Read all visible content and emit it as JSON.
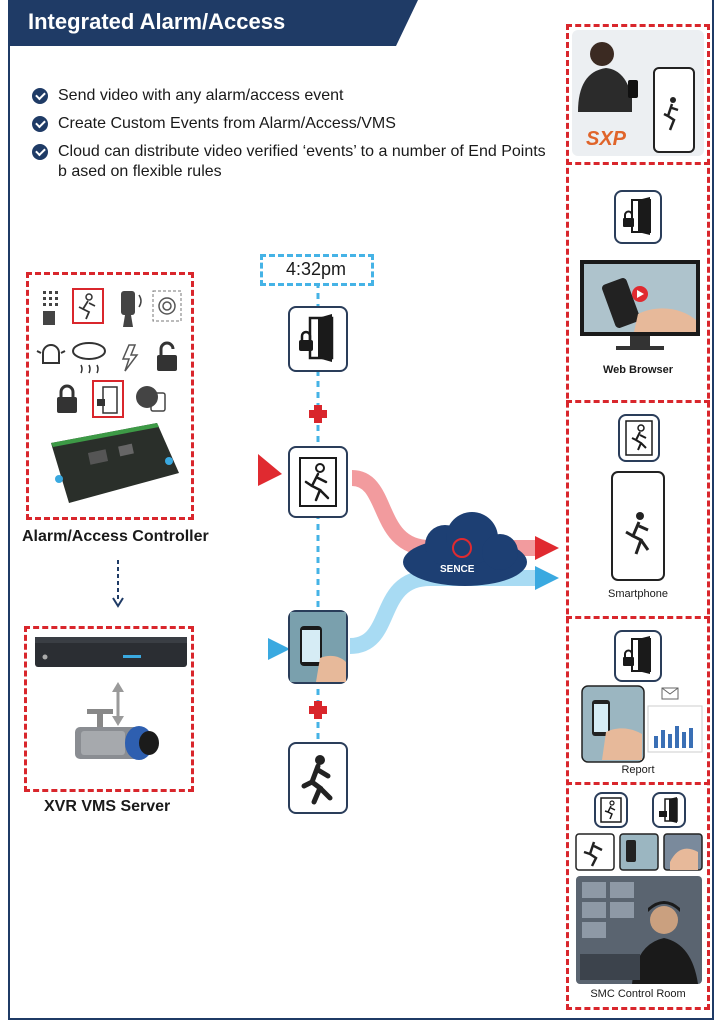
{
  "header": {
    "title": "Integrated Alarm/Access"
  },
  "bullets": [
    "Send video with any alarm/access event",
    "Create Custom Events from Alarm/Access/VMS",
    "Cloud can distribute video verified ‘events’ to a number of End Points b ased on flexible rules"
  ],
  "timeline": {
    "time": "4:32pm"
  },
  "alarm_controller": {
    "label": "Alarm/Access Controller"
  },
  "vms_server": {
    "label": "XVR VMS Server"
  },
  "cloud": {
    "label": "SENCE"
  },
  "endpoints": {
    "sxp_logo": "SXP",
    "web_browser": "Web Browser",
    "smartphone": "Smartphone",
    "report": "Report",
    "smc": "SMC Control Room"
  },
  "colors": {
    "navy": "#1f3b66",
    "red": "#d9262c",
    "blue": "#45b3e6",
    "cloud": "#1d3f73"
  },
  "icons": [
    "keypad-icon",
    "running-man-icon",
    "keyfob-icon",
    "fingerprint-icon",
    "siren-icon",
    "smoke-detector-icon",
    "motion-sensor-icon",
    "unlock-icon",
    "lock-icon",
    "door-lock-icon",
    "card-reader-icon"
  ]
}
